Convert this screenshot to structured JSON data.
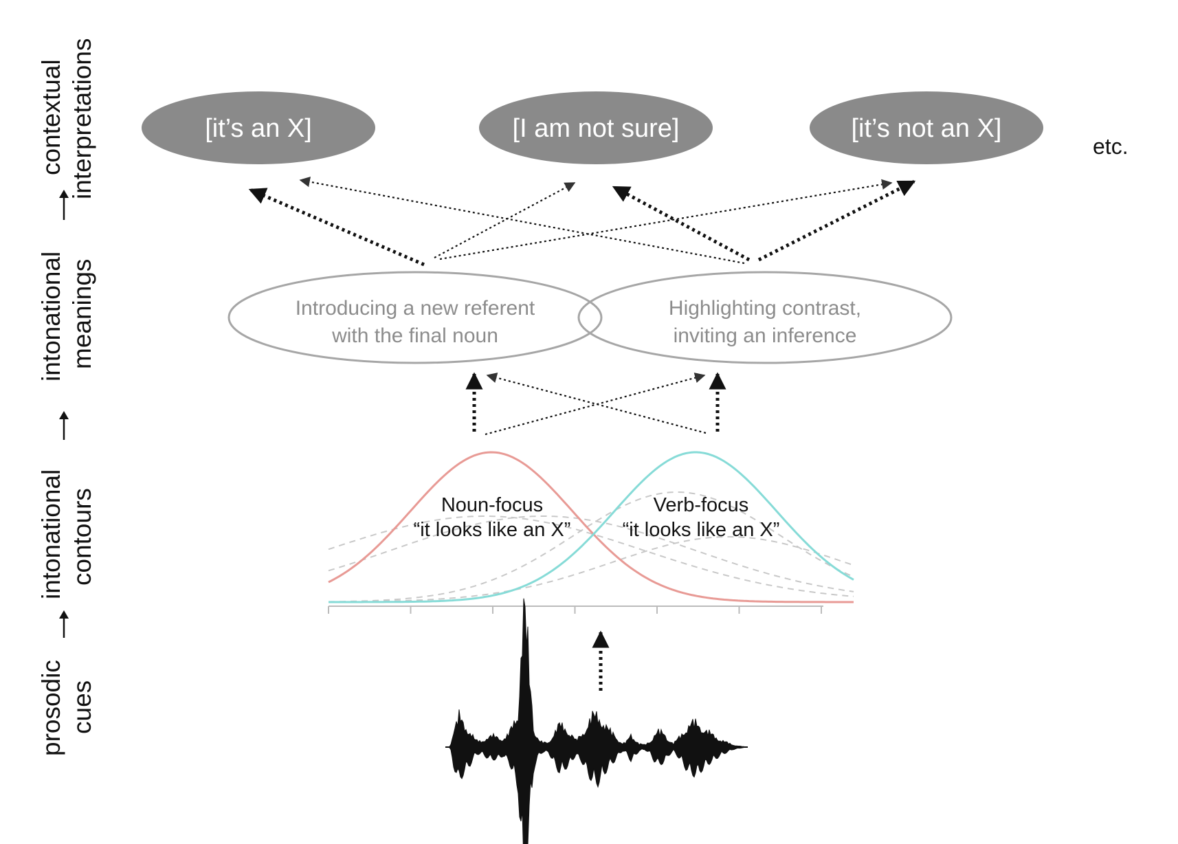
{
  "levels": [
    {
      "line1": "contextual",
      "line2": "interpretations"
    },
    {
      "line1": "intonational",
      "line2": "meanings"
    },
    {
      "line1": "intonational",
      "line2": "contours"
    },
    {
      "line1": "prosodic",
      "line2": "cues"
    }
  ],
  "interpretations": [
    "[it’s an X]",
    "[I am not sure]",
    "[it’s not an X]"
  ],
  "etc": "etc.",
  "meanings": [
    {
      "line1": "Introducing a new referent",
      "line2": "with the final noun"
    },
    {
      "line1": "Highlighting contrast,",
      "line2": "inviting an inference"
    }
  ],
  "contours": [
    {
      "line1": "Noun-focus",
      "line2": "“it looks like an X”",
      "color": "#e89a95"
    },
    {
      "line1": "Verb-focus",
      "line2": "“it looks like an X”",
      "color": "#86dbd7"
    }
  ],
  "colors": {
    "interp_fill": "#8a8a8a",
    "meaning_stroke": "#a6a6a6",
    "dashed": "#c8c8c8"
  }
}
